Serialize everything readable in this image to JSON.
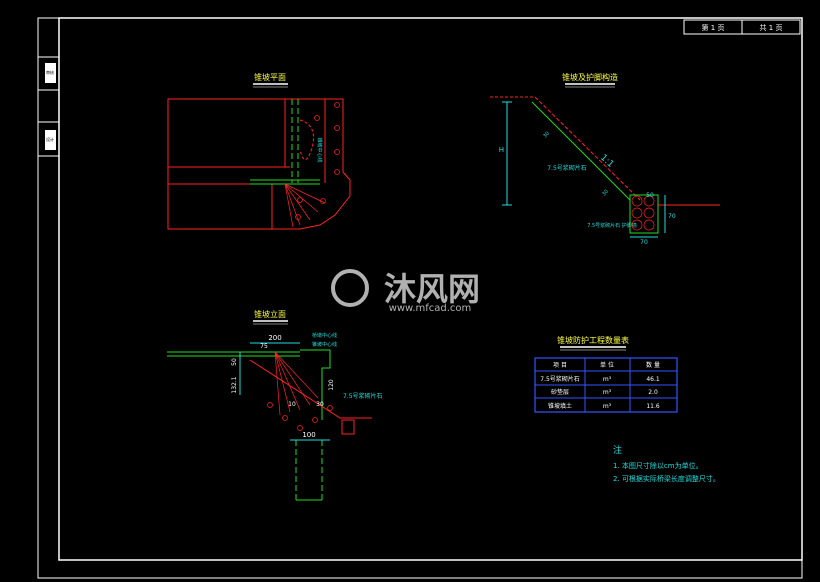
{
  "title_block": {
    "sheet_no": "第 1 页",
    "sheet_total": "共 1 页",
    "side_tag_1": "审核",
    "side_tag_2": "设计"
  },
  "views": {
    "plan": {
      "title": "锥坡平面",
      "note": "锥坡中心线"
    },
    "section": {
      "title": "锥坡及护脚构造",
      "label_h": "H",
      "slope_label": "1:1",
      "mortar_label": "7.5号浆砌片石",
      "toe_label": "7.5号浆砌片石\n护脚墙",
      "dim_50": "50",
      "dim_70_v": "70",
      "dim_70_h": "70",
      "dim_30a": "30",
      "dim_30b": "30"
    },
    "elevation": {
      "title": "锥坡立面",
      "dim_200": "200",
      "dim_75": "75",
      "dim_50": "50",
      "dim_132": "132.1",
      "dim_120": "120",
      "dim_10": "10",
      "dim_30": "30",
      "dim_100": "100",
      "callout_1": "桥墩中心线",
      "callout_2": "锥坡中心线",
      "mortar_label": "7.5号浆砌片石"
    }
  },
  "quantity_table": {
    "title": "锥坡防护工程数量表",
    "headers": [
      "项 目",
      "单 位",
      "数 量"
    ],
    "rows": [
      [
        "7.5号浆砌片石",
        "m³",
        "46.1"
      ],
      [
        "砂垫层",
        "m³",
        "2.0"
      ],
      [
        "锥坡填土",
        "m³",
        "11.6"
      ]
    ]
  },
  "notes": {
    "heading": "注",
    "line1": "1. 本图尺寸除以cm为单位。",
    "line2": "2. 可根据实际桥梁长度调整尺寸。"
  },
  "watermark": {
    "brand": "沐风网",
    "url": "www.mfcad.com"
  },
  "colors": {
    "frame": "#ffffff",
    "red": "#ff2222",
    "green": "#22dd22",
    "cyan": "#22dddd",
    "blue": "#3355ff",
    "yellow": "#ffff44",
    "magenta": "#ff33ff"
  }
}
